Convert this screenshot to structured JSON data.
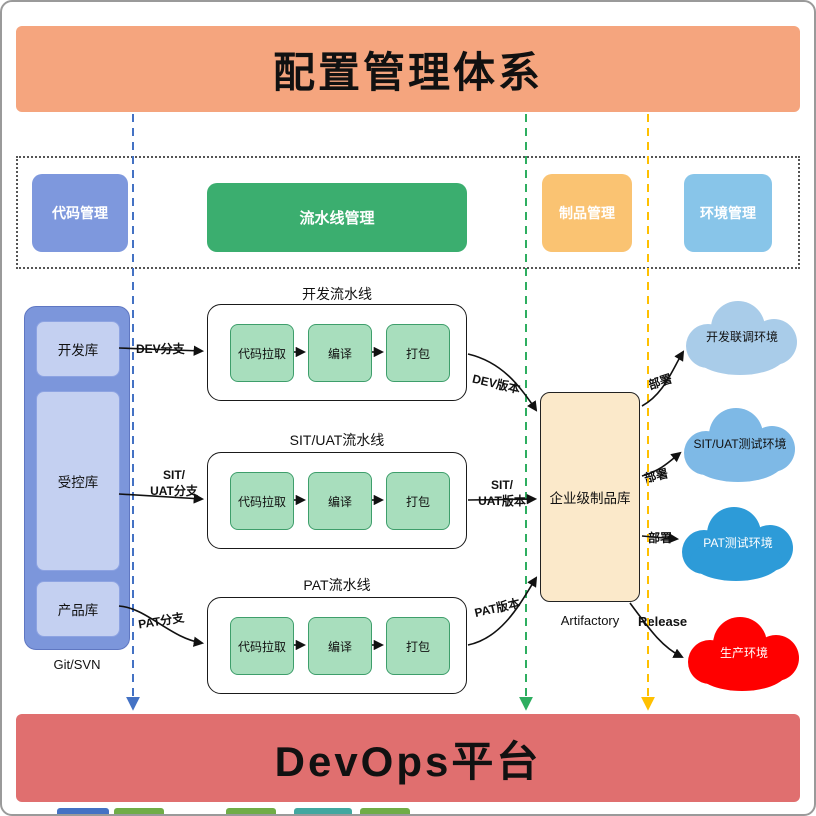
{
  "header": {
    "title": "配置管理体系"
  },
  "footer": {
    "title": "DevOps平台"
  },
  "categories": {
    "code": {
      "label": "代码管理",
      "color": "#7E98DD",
      "lane_color": "#4472C4"
    },
    "pipeline": {
      "label": "流水线管理",
      "color": "#3BAE6F",
      "lane_color": "#2EAE60"
    },
    "artifact": {
      "label": "制品管理",
      "color": "#FAC372",
      "lane_color": "#FFC000"
    },
    "environment": {
      "label": "环境管理",
      "color": "#88C5E9"
    }
  },
  "repo_stack": {
    "items": [
      "开发库",
      "受控库",
      "产品库"
    ],
    "caption": "Git/SVN"
  },
  "pipelines": [
    {
      "title": "开发流水线",
      "steps": [
        "代码拉取",
        "编译",
        "打包"
      ],
      "branch": "DEV分支",
      "version": "DEV版本"
    },
    {
      "title": "SIT/UAT流水线",
      "steps": [
        "代码拉取",
        "编译",
        "打包"
      ],
      "branch": "SIT/\nUAT分支",
      "version": "SIT/\nUAT版本"
    },
    {
      "title": "PAT流水线",
      "steps": [
        "代码拉取",
        "编译",
        "打包"
      ],
      "branch": "PAT分支",
      "version": "PAT版本"
    }
  ],
  "artifact_repo": {
    "label": "企业级制品库",
    "caption": "Artifactory"
  },
  "environments": [
    {
      "label": "开发联调环境",
      "deploy": "部署",
      "color": "#A9CCE9",
      "text_color": "#111111"
    },
    {
      "label": "SIT/UAT测试环境",
      "deploy": "部署",
      "color": "#7EB9E6",
      "text_color": "#111111"
    },
    {
      "label": "PAT测试环境",
      "deploy": "部署",
      "color": "#2D9BD8",
      "text_color": "#ffffff"
    },
    {
      "label": "生产环境",
      "deploy": "Release",
      "color": "#FF0000",
      "text_color": "#ffffff"
    }
  ]
}
